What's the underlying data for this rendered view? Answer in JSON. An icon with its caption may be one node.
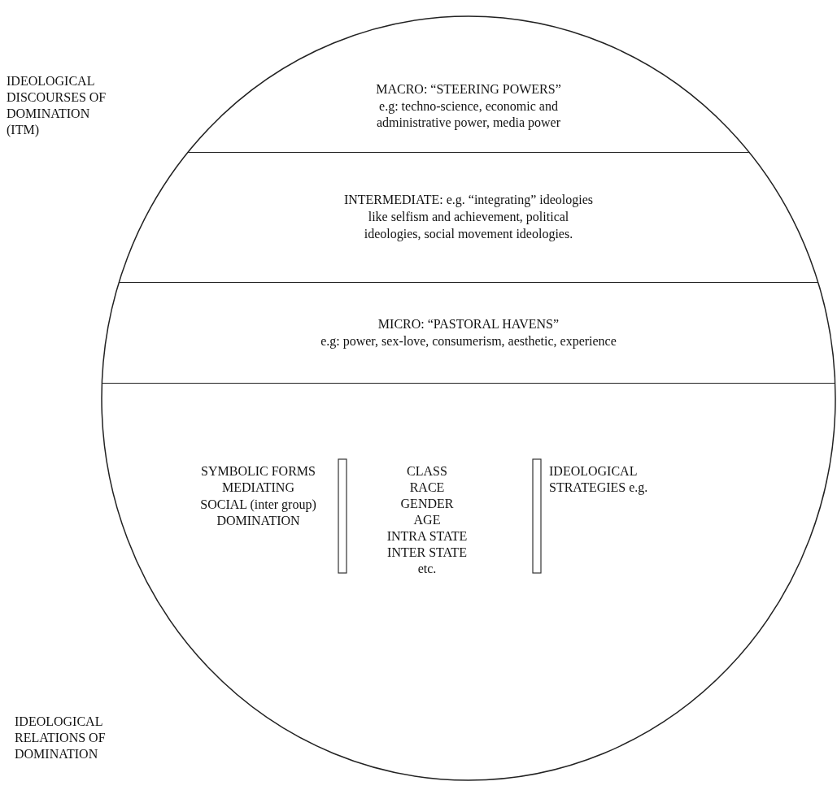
{
  "diagram": {
    "nodes": [
      {
        "text": [],
        "shape": "circle"
      },
      {
        "text": [
          "MACRO: “STEERING POWERS”",
          "e.g: techno-science, economic and administrative power, media power"
        ],
        "in": 0
      },
      {
        "text": [
          "INTERMEDIATE: e.g. “integrating” ideologies like selfism and achievement, political ideologies, social movement ideologies."
        ],
        "in": 0
      },
      {
        "text": [
          "MICRO: “PASTORAL HAVENS”",
          "e.g: power, sex-love, consumerism, aesthetic, experience"
        ],
        "in": 0
      }
    ],
    "edges": [],
    "labels": [
      "IDEOLOGICAL DISCOURSES OF DOMINATION (ITM)",
      "SYMBOLIC FORMS MEDIATING SOCIAL (inter group) DOMINATION",
      "CLASS",
      "RACE",
      "GENDER",
      "AGE",
      "INTRA STATE",
      "INTER STATE",
      "etc.",
      "IDEOLOGICAL STRATEGIES e.g.",
      "IDEOLOGICAL RELATIONS OF DOMINATION"
    ]
  }
}
